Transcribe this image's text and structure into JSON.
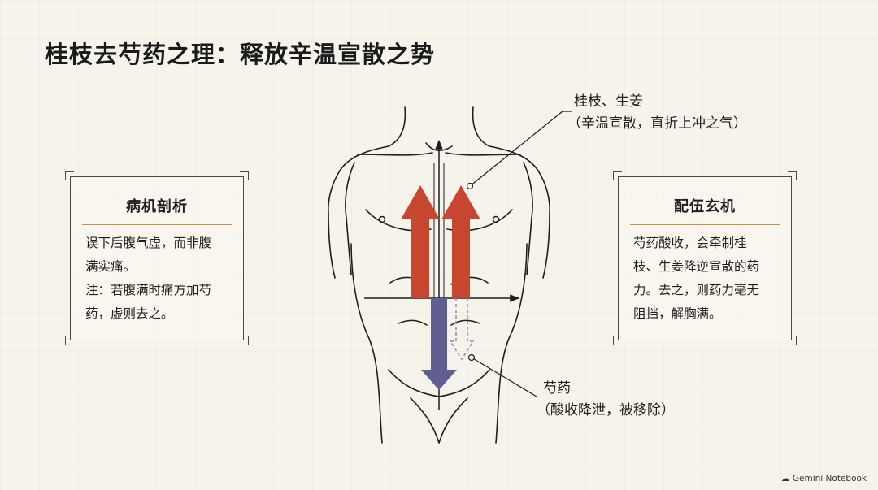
{
  "title": "桂枝去芍药之理：释放辛温宣散之势",
  "left_card": {
    "title": "病机剖析",
    "lines": [
      "误下后腹气虚，而非腹",
      "满实痛。",
      "注：若腹满时痛方加芍",
      "药，虚则去之。"
    ]
  },
  "right_card": {
    "title": "配伍玄机",
    "lines": [
      "芍药酸收，会牵制桂",
      "枝、生姜降逆宣散的药",
      "力。去之，则药力毫无",
      "阻挡，解胸满。"
    ]
  },
  "callout_top": {
    "line1": "桂枝、生姜",
    "line2": "（辛温宣散，直折上冲之气）"
  },
  "callout_bottom": {
    "line1": "芍药",
    "line2": "（酸收降泄，被移除）"
  },
  "watermark": "Gemini Notebook",
  "colors": {
    "up_arrow": "#c64630",
    "down_arrow": "#5f5f93",
    "dashed_arrow": "#8a88b6",
    "accent_rule": "#c9904f",
    "ink": "#1e1e1e"
  }
}
